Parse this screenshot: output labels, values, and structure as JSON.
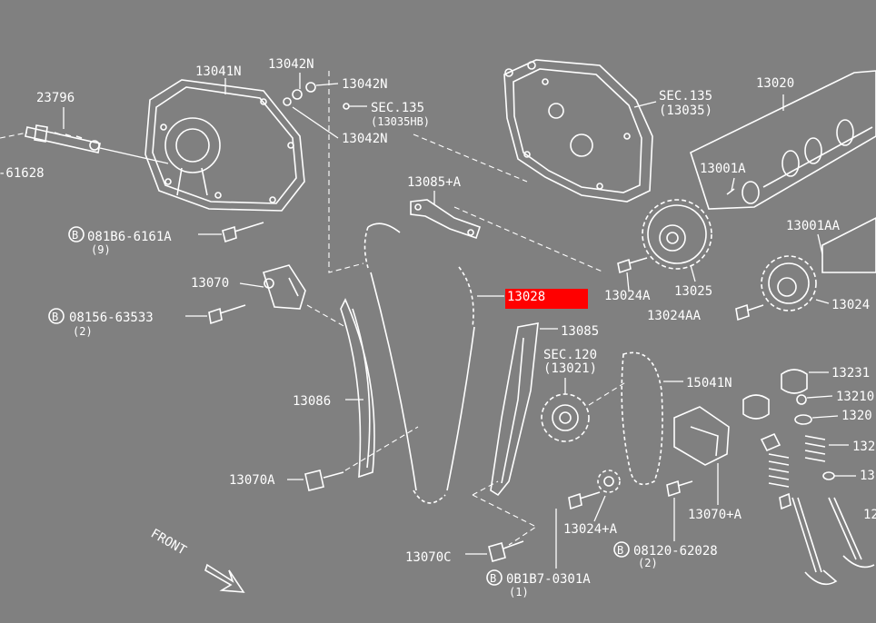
{
  "highlight_color": "#ff0000",
  "background_color": "#808080",
  "line_color": "#ffffff",
  "labels": {
    "p23796": "23796",
    "p61628": "-61628",
    "p13041N": "13041N",
    "p13042N_top": "13042N",
    "p13042N_mid": "13042N",
    "p13042N_low": "13042N",
    "sec135_a": "SEC.135",
    "sec135_a_ref": "(13035HB)",
    "sec135_b": "SEC.135",
    "sec135_b_ref": "(13035)",
    "p13020": "13020",
    "p13001A": "13001A",
    "p13001AA": "13001AA",
    "p13085A": "13085+A",
    "p081B6": "081B6-6161A",
    "p081B6_qty": "(9)",
    "p13070": "13070",
    "p08156": "08156-63533",
    "p08156_qty": "(2)",
    "p13028": "13028",
    "p13024A": "13024A",
    "p13025": "13025",
    "p13024AA": "13024AA",
    "p13024_right": "13024",
    "p13085": "13085",
    "sec120": "SEC.120",
    "sec120_ref": "(13021)",
    "p15041N": "15041N",
    "p13231": "13231",
    "p13210": "13210",
    "p1320": "1320",
    "p132": "132",
    "p13_a": "13",
    "p12_a": "12",
    "p13086": "13086",
    "p13070A": "13070A",
    "p13070pA": "13070+A",
    "p13024pA": "13024+A",
    "p08120": "08120-62028",
    "p08120_qty": "(2)",
    "p13070C": "13070C",
    "p0B1B7": "0B1B7-0301A",
    "p0B1B7_qty": "(1)",
    "front": "FRONT",
    "circle_b": "B"
  }
}
